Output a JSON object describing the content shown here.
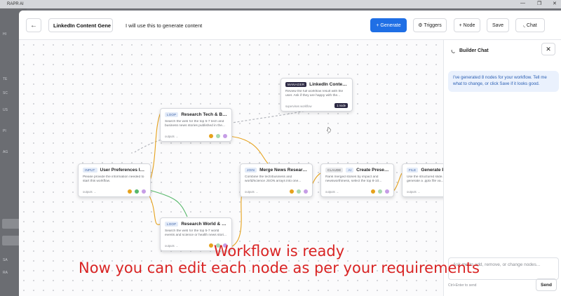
{
  "os": {
    "title": "RAPR AI",
    "minimize": "—",
    "restore": "❐",
    "close": "✕",
    "sidebar_labels": [
      "HI",
      "TE",
      "SC",
      "US",
      "PI",
      "AG",
      "SA",
      "RA"
    ]
  },
  "header": {
    "back_icon": "arrow-left-icon",
    "back_glyph": "←",
    "workflow_name": "LinkedIn Content Gene",
    "description": "I will use this to generate content",
    "generate_label": "+ Generate",
    "triggers_label": "⚙ Triggers",
    "node_label": "+ Node",
    "save_label": "Save",
    "chat_label": "◟ Chat",
    "accent": "#1f6fe5"
  },
  "nodes": [
    {
      "id": "manager",
      "badge": "MANAGER",
      "title": "LinkedIn Content G...",
      "desc": "Review the full workflow result with the user. Ask if they are happy with the...",
      "foot": "supervises workflow",
      "action": "1 node"
    },
    {
      "id": "loop1",
      "badge": "LOOP",
      "title": "Research Tech & Busine...",
      "desc": "Search the web for the top 5-7 tech and business news stories published in the...",
      "foot": "outputs →"
    },
    {
      "id": "input",
      "badge": "INPUT",
      "title": "User Preferences Input",
      "desc": "Please provide the information needed to start this workflow.",
      "foot": "outputs →"
    },
    {
      "id": "join",
      "badge": "JOIN",
      "title": "Merge News Research",
      "desc": "Combine the tech/business and world/science JSON arrays into one...",
      "foot": "outputs →"
    },
    {
      "id": "claude",
      "badge": "CLAUDE",
      "badge2": "AI",
      "title": "Create Presentati...",
      "desc": "Rank merged stories by impact and newsworthiness, select the top 8-10...",
      "foot": "outputs →"
    },
    {
      "id": "file",
      "badge": "FILE",
      "title": "Generate PP...",
      "desc": "Use the structured slide... generate a .pptx file va...",
      "foot": "outputs →"
    },
    {
      "id": "loop2",
      "badge": "LOOP",
      "title": "Research World & Scien...",
      "desc": "Search the web for the top 5-7 world events and science or health news stori...",
      "foot": "outputs →"
    }
  ],
  "chat": {
    "title": "Builder Chat",
    "title_icon": "chat-icon",
    "close_icon": "close-icon",
    "close_glyph": "✕",
    "message": "I've generated 8 nodes for your workflow. Tell me what to change, or click Save if it looks good.",
    "placeholder": "Ask me to add, remove, or change nodes...",
    "hint": "Ctrl+Enter to send",
    "send_label": "Send"
  },
  "caption": {
    "line1": "Workflow is ready",
    "line2": "Now you can edit each node as per your requirements",
    "color": "#d92424"
  }
}
